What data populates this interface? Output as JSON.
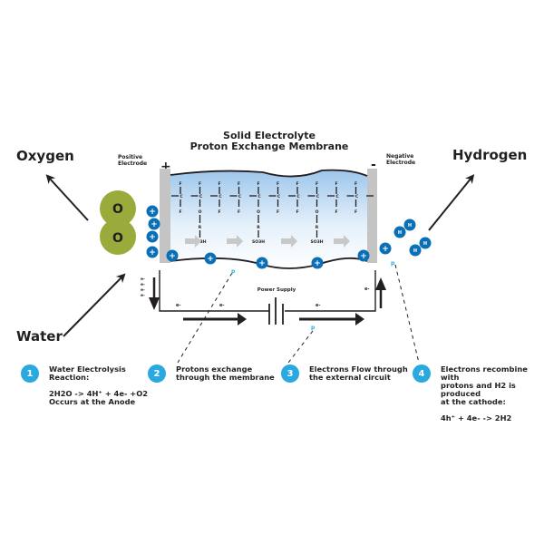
{
  "diagram": {
    "title_line1": "Solid Electrolyte",
    "title_line2": "Proton Exchange Membrane",
    "labels": {
      "oxygen": "Oxygen",
      "hydrogen": "Hydrogen",
      "water": "Water",
      "positive_electrode_line1": "Positive",
      "positive_electrode_line2": "Electrode",
      "negative_electrode_line1": "Negative",
      "negative_electrode_line2": "Electrode",
      "plus_sign": "+",
      "minus_sign": "-",
      "power_supply": "Power Supply",
      "electron": "e-",
      "proton": "p",
      "oxygen_atom": "O",
      "hydrogen_atom": "H",
      "proton_symbol": "+"
    },
    "membrane": {
      "fluorine": "F",
      "carbon": "C",
      "oxygen": "O",
      "side_chain_r": "R",
      "side_chain_sub": "f",
      "sulfonic_group": "SO3H",
      "bottom_row": [
        "F",
        "O",
        "F",
        "F",
        "O",
        "F",
        "F",
        "O",
        "F",
        "F"
      ]
    },
    "colors": {
      "accent_blue": "#0a6fb5",
      "step_badge": "#29a9e0",
      "oxygen_green": "#9aab3c",
      "electrode_gray": "#c4c4c4",
      "membrane_top": "#a8cdee"
    }
  },
  "steps": [
    {
      "number": "1",
      "title_line1": "Water Electrolysis",
      "title_line2": "Reaction:",
      "eq_line1": "2H2O -> 4H⁺ + 4e- +O2",
      "eq_line2": "Occurs at the Anode"
    },
    {
      "number": "2",
      "title_line1": "Protons exchange",
      "title_line2": "through the membrane"
    },
    {
      "number": "3",
      "title_line1": "Electrons Flow through",
      "title_line2": "the external circuit"
    },
    {
      "number": "4",
      "title_line1": "Electrons recombine with",
      "title_line2": "protons and H2 is produced",
      "title_line3": "at the cathode:",
      "eq_line1": "4h⁺ + 4e- -> 2H2"
    }
  ]
}
